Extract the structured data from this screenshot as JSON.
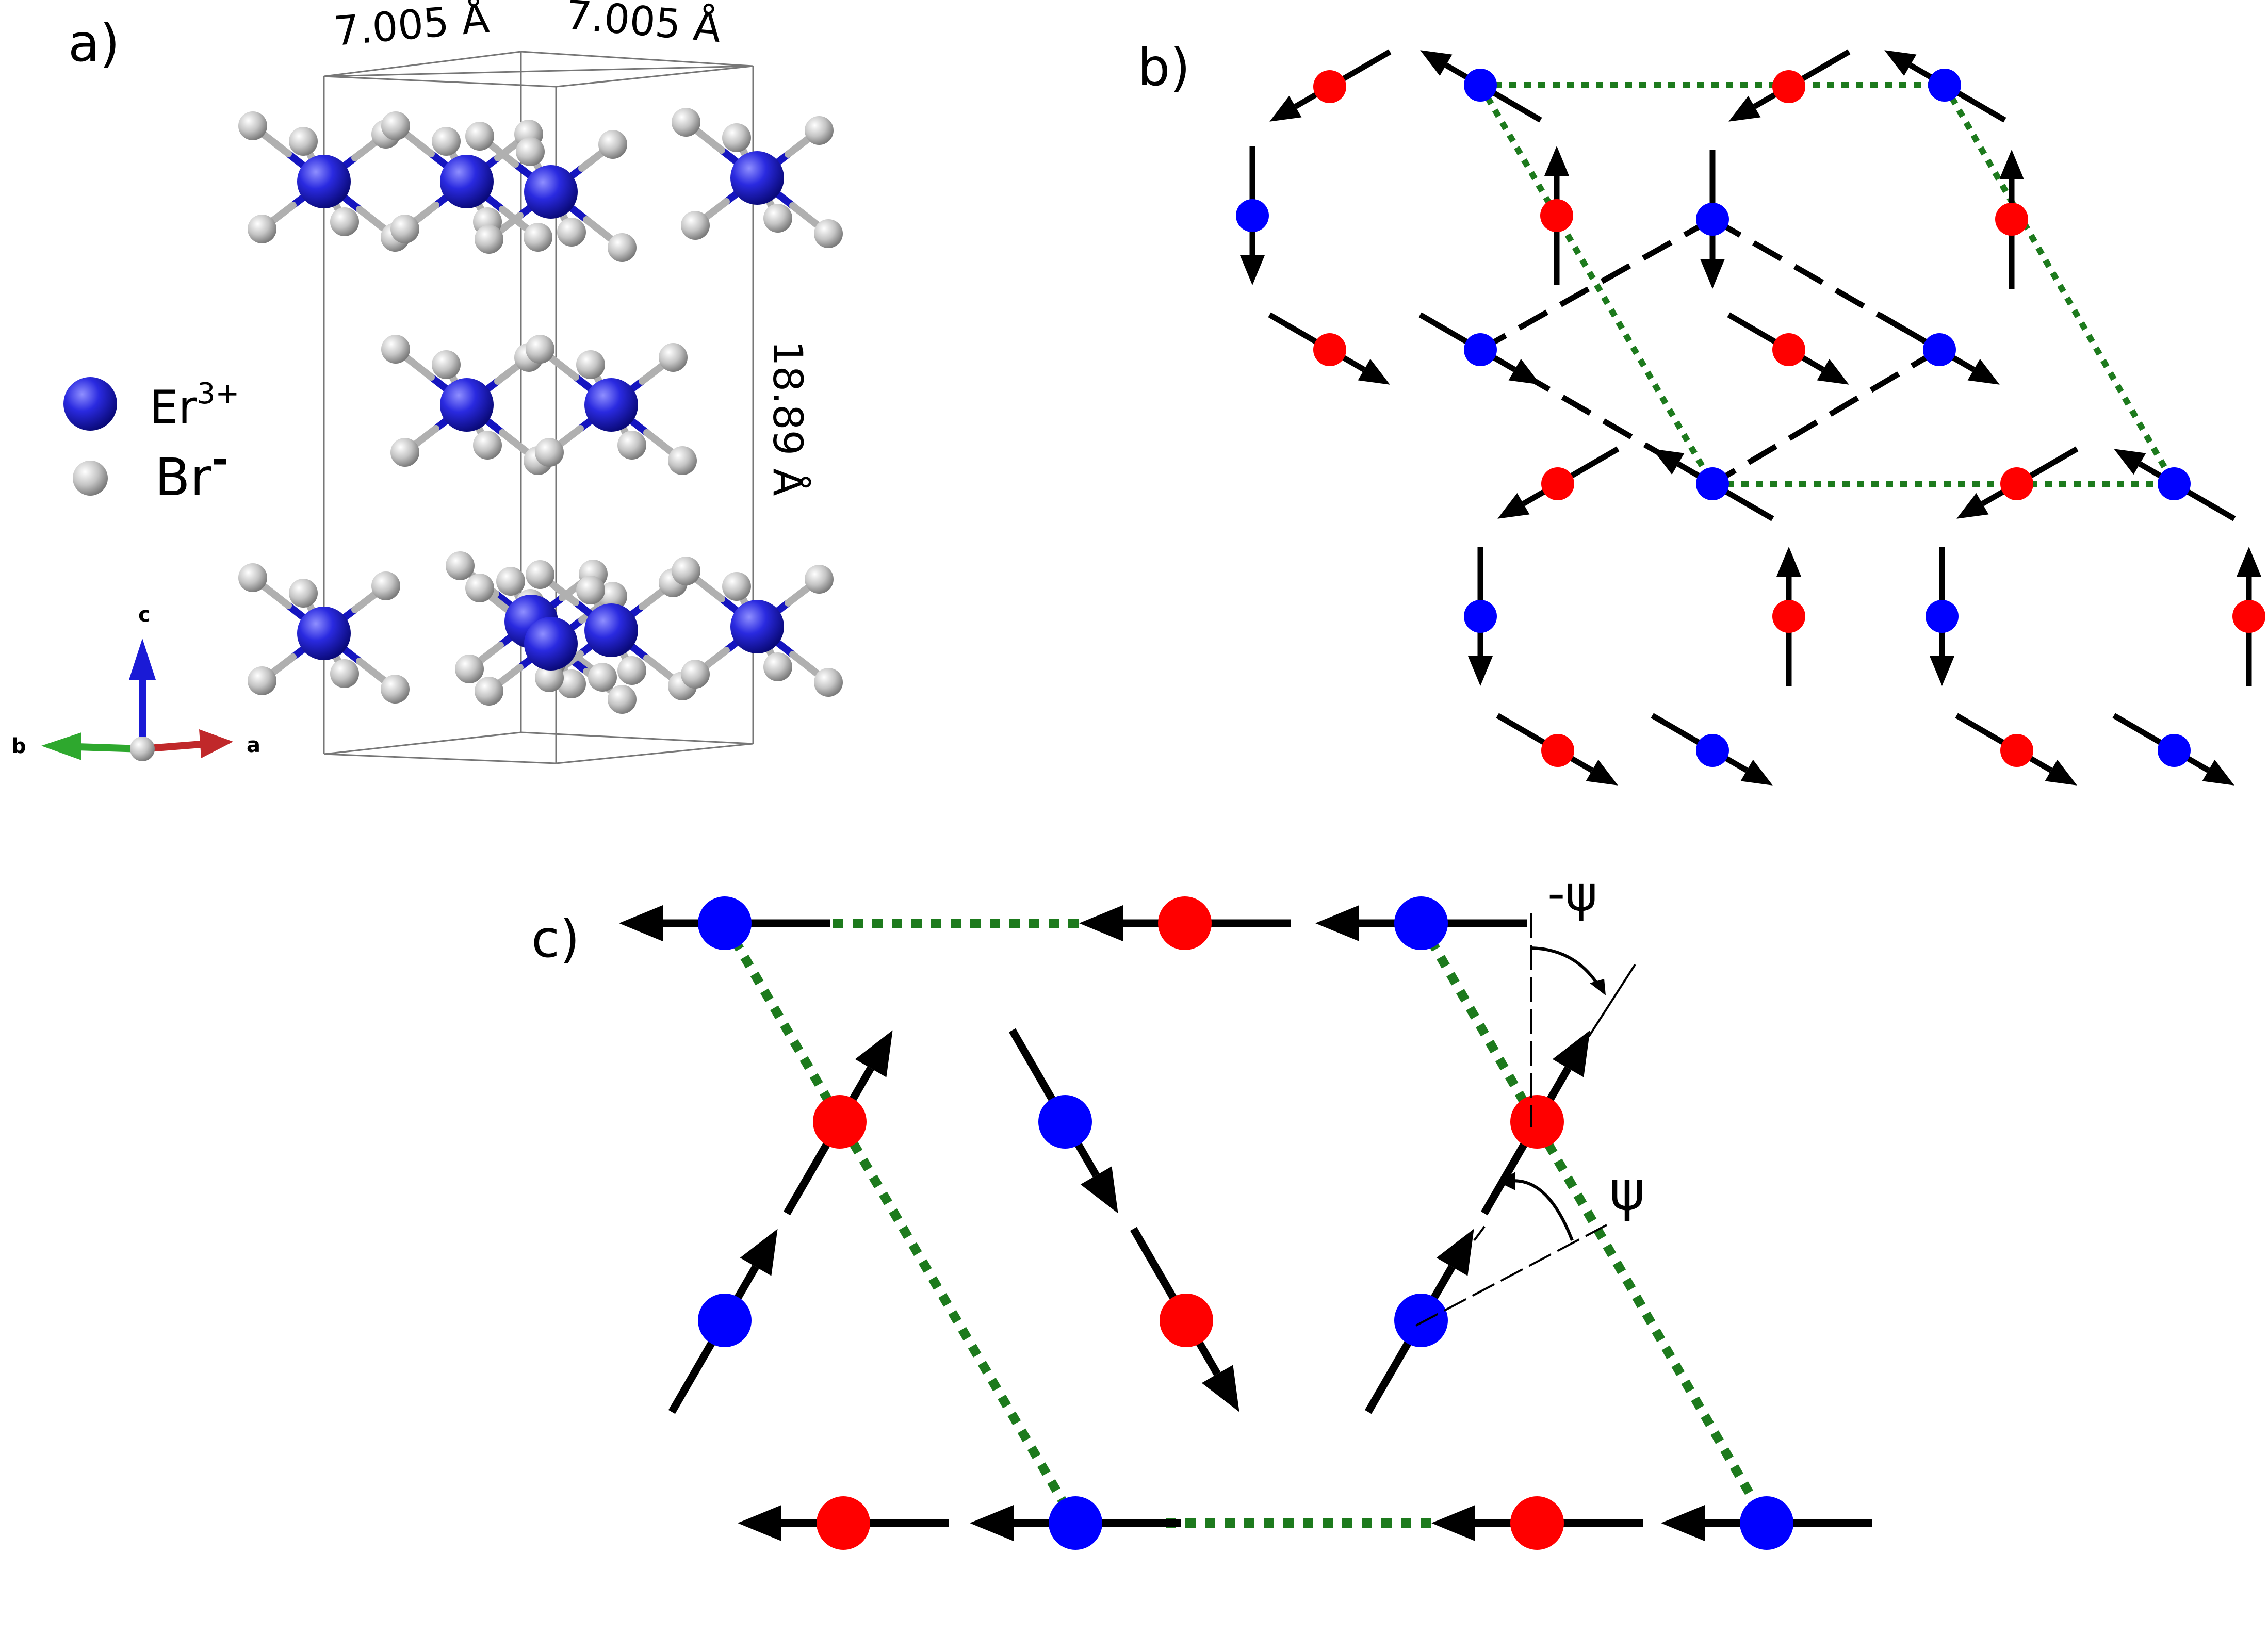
{
  "panels": {
    "a": {
      "label": "a)"
    },
    "b": {
      "label": "b)"
    },
    "c": {
      "label": "c)"
    }
  },
  "lattice": {
    "a_length": "7.005 Å",
    "b_length": "7.005 Å",
    "c_length": "18.89 Å"
  },
  "legend": {
    "er": {
      "base": "Er",
      "sup": "3+"
    },
    "br": {
      "base": "Br",
      "sup": "-"
    }
  },
  "axes": {
    "a": "a",
    "b": "b",
    "c": "c"
  },
  "angles": {
    "neg_psi": "-ψ",
    "psi": "ψ"
  },
  "colors": {
    "er_atom": "#1b1bd0",
    "br_atom": "#bdbdbd",
    "er_br_bond": "#1515c0",
    "spin_blue": "#0000ff",
    "spin_red": "#ff0000",
    "dotted_line": "#1d7a1d",
    "axis_a": "#c0282a",
    "axis_b": "#2ea82e",
    "axis_c": "#1a1ad6"
  }
}
